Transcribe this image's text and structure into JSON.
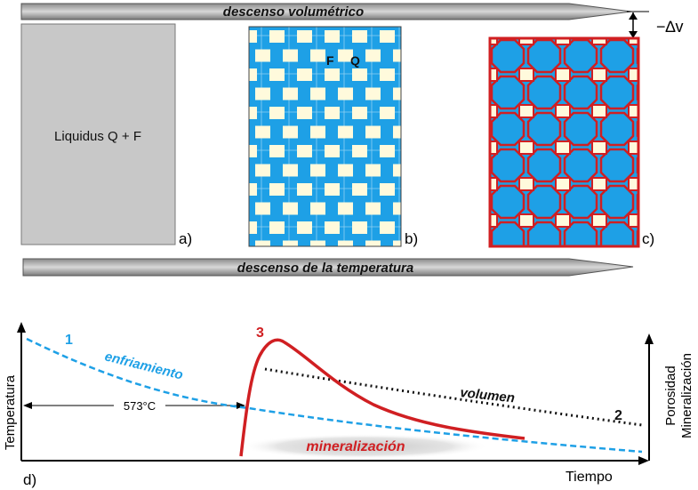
{
  "top_arrow": {
    "label": "descenso volumétrico"
  },
  "volume_delta": {
    "label": "−∆v"
  },
  "bottom_arrow": {
    "label": "descenso de la temperatura"
  },
  "panel_a": {
    "text": "Liquidus Q + F",
    "tag": "a)",
    "fill": "#c8c8c8"
  },
  "panel_b": {
    "tag": "b)",
    "label_f": "F",
    "label_q": "Q",
    "fill": "#1ea0e6",
    "square_fill": "#fffadc"
  },
  "panel_c": {
    "tag": "c)",
    "outline_color": "#d01f22"
  },
  "graph": {
    "tag": "d)",
    "y_left_label": "Temperatura",
    "y_right_label_1": "Porosidad",
    "y_right_label_2": "Mineralización",
    "x_label": "Tiempo",
    "temp_marker": "573°C",
    "curve_1": {
      "number": "1",
      "name": "enfriamiento",
      "color": "#1ea0e6"
    },
    "curve_2": {
      "number": "2",
      "name": "volumen",
      "color": "#111111"
    },
    "curve_3": {
      "number": "3",
      "color": "#d01f22"
    },
    "band_label": "mineralización"
  }
}
